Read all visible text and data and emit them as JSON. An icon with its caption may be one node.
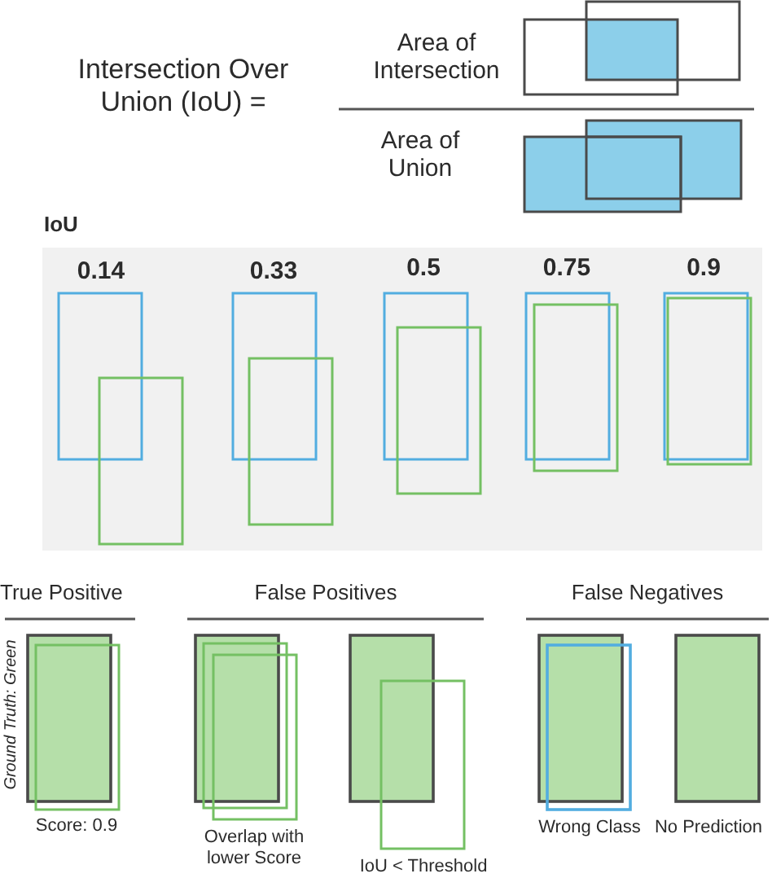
{
  "diagram": {
    "labels": [
      "Intersection Over Union (IoU) =",
      "Area of Intersection",
      "Area of Union",
      "IoU",
      "0.14",
      "0.33",
      "0.5",
      "0.75",
      "0.9",
      "True Positive",
      "False Positives",
      "False Negatives",
      "Ground Truth: Green",
      "Score: 0.9",
      "Overlap with lower Score",
      "IoU < Threshold",
      "Wrong Class",
      "No Prediction"
    ]
  }
}
